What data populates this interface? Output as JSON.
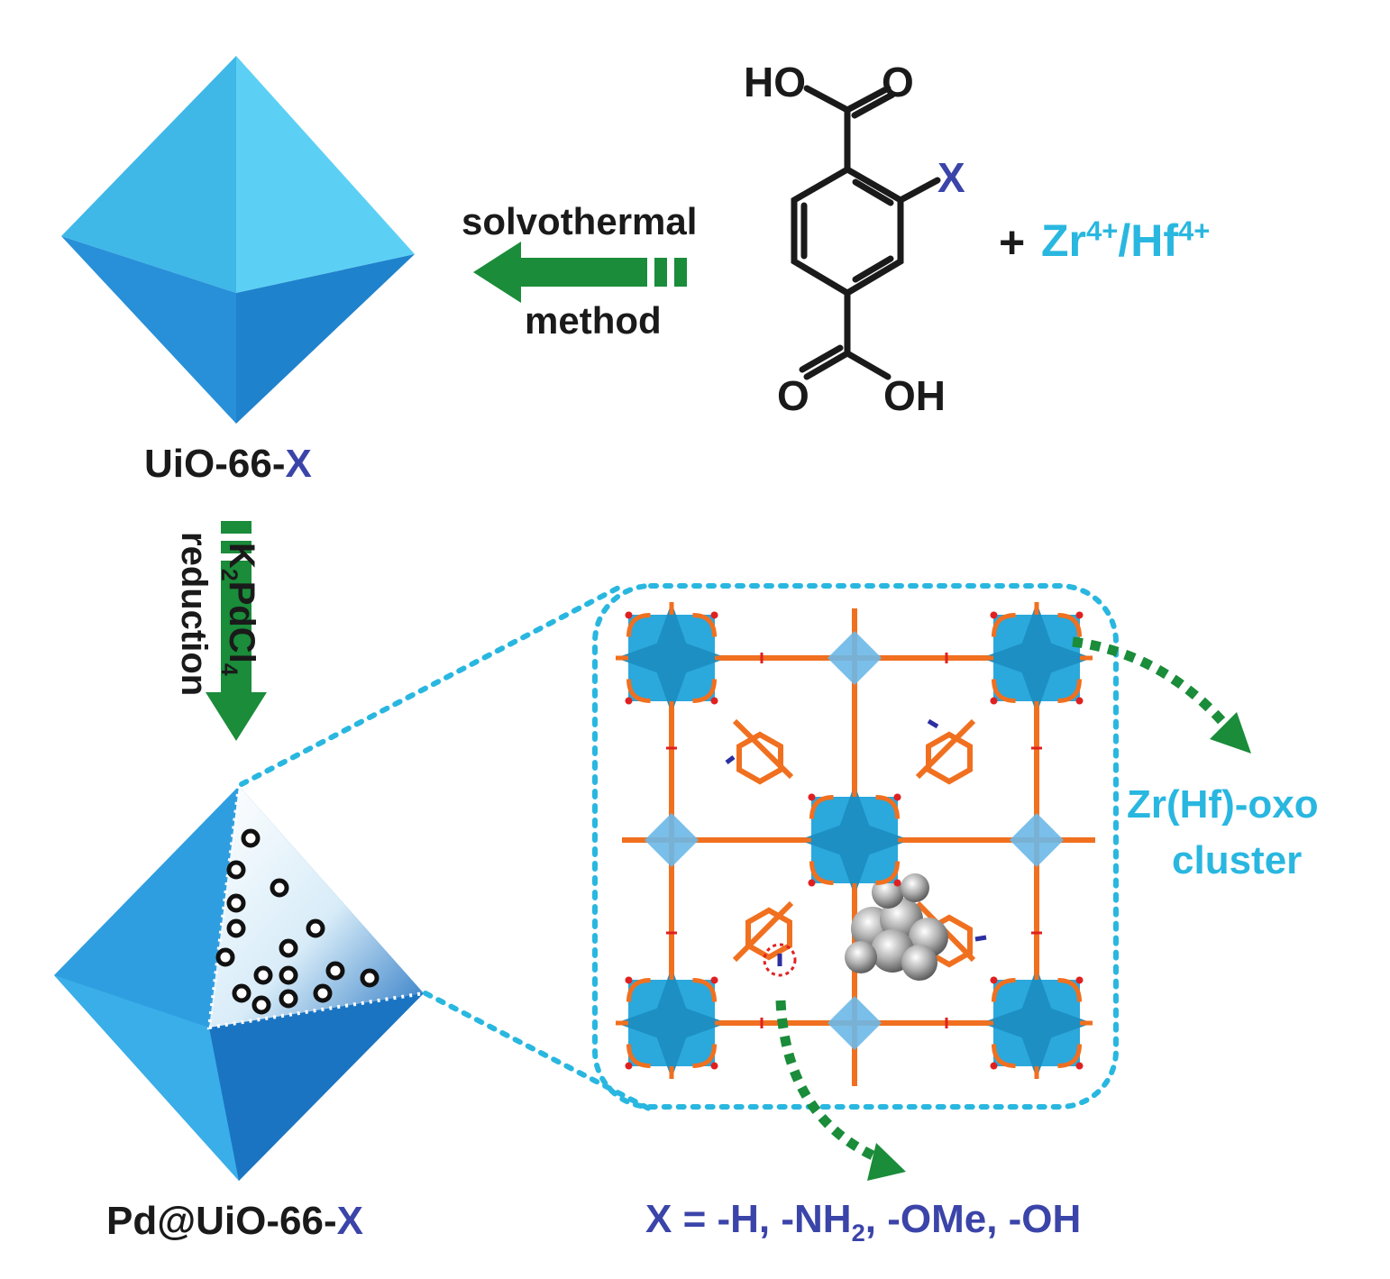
{
  "labels": {
    "uio_prefix": "UiO-66-",
    "uio_x": "X",
    "pd_prefix": "Pd@UiO-66-",
    "pd_x": "X",
    "solvothermal": "solvothermal",
    "method": "method",
    "plus": "+",
    "metal_zr": "Zr",
    "metal_zr_sup": "4+",
    "metal_slash": "/Hf",
    "metal_hf_sup": "4+",
    "k_prefix": "K",
    "k_sub2": "2",
    "pdcl": "PdCl",
    "k_sub4": "4",
    "reduction": "reduction",
    "cluster_line1": "Zr(Hf)-oxo",
    "cluster_line2": "cluster",
    "x_eq_a": "X = -H, -NH",
    "x_eq_sub": "2",
    "x_eq_b": ", -OMe, -OH"
  },
  "molecule": {
    "top_oh": "HO",
    "top_o": "O",
    "bottom_o": "O",
    "bottom_oh": "OH",
    "substituent": "X"
  },
  "colors": {
    "arrow_green": "#1a8c3a",
    "cyan": "#29b7e0",
    "blue_text": "#3b44a8",
    "octa_light": "#4ec6ec",
    "octa_dark": "#1f8fd0",
    "linker_orange": "#f07020",
    "oxygen_red": "#e02020"
  }
}
